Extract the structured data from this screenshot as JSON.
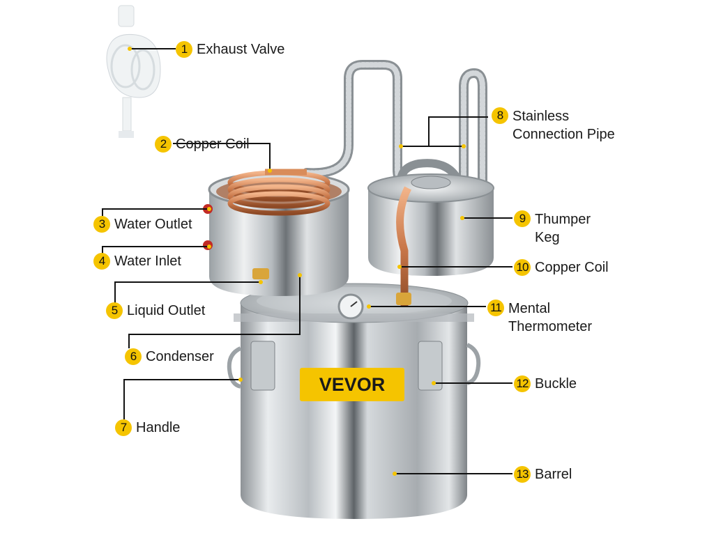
{
  "brand": {
    "logo_text": "VEVOR",
    "logo_color": "#f5c400"
  },
  "accent_color": "#f5c400",
  "parts": [
    {
      "number": "1",
      "label": "Exhaust Valve"
    },
    {
      "number": "2",
      "label": "Copper Coil"
    },
    {
      "number": "3",
      "label": "Water Outlet"
    },
    {
      "number": "4",
      "label": "Water Inlet"
    },
    {
      "number": "5",
      "label": "Liquid Outlet"
    },
    {
      "number": "6",
      "label": "Condenser"
    },
    {
      "number": "7",
      "label": "Handle"
    },
    {
      "number": "8",
      "label": "Stainless Connection Pipe"
    },
    {
      "number": "9",
      "label": "Thumper Keg"
    },
    {
      "number": "10",
      "label": "Copper Coil"
    },
    {
      "number": "11",
      "label": "Mental Thermometer"
    },
    {
      "number": "12",
      "label": "Buckle"
    },
    {
      "number": "13",
      "label": "Barrel"
    }
  ]
}
